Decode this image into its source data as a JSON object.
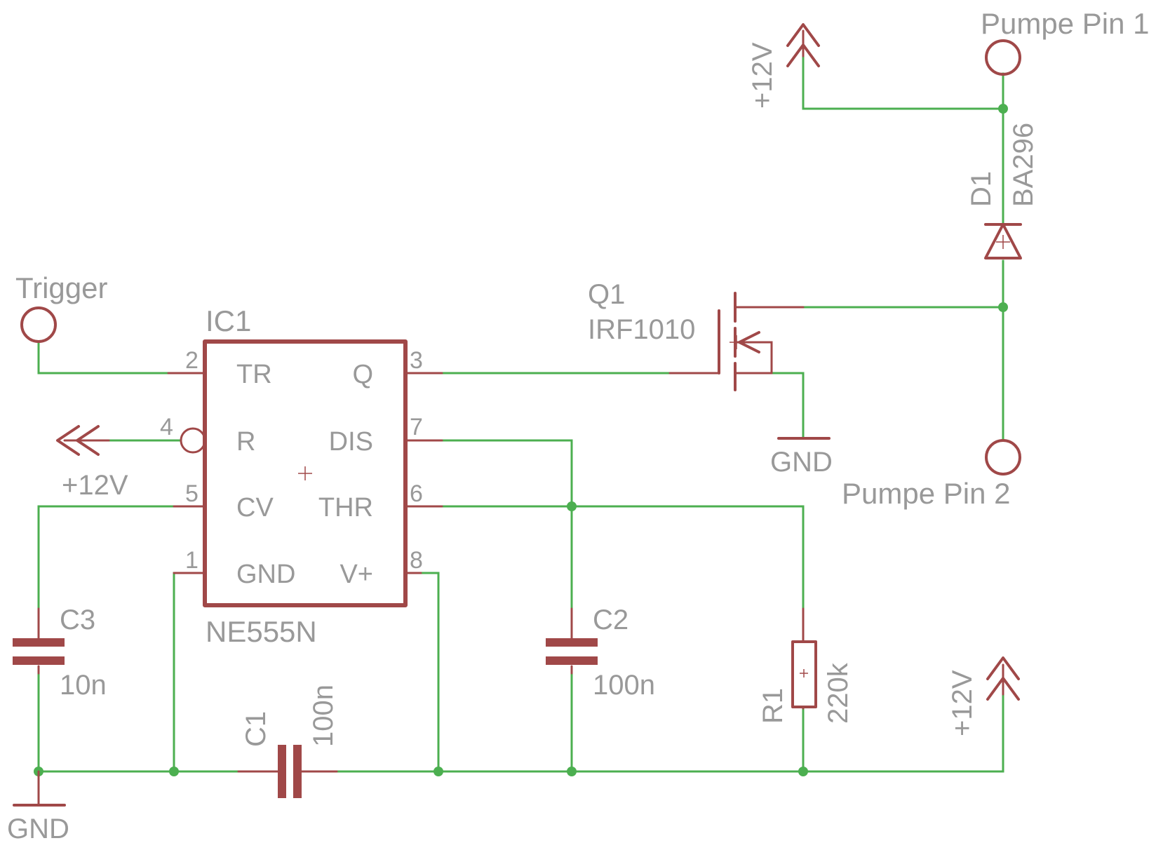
{
  "colors": {
    "wire": "#4caf50",
    "symbol": "#a04848",
    "text": "#999999",
    "background": "#ffffff"
  },
  "ic1": {
    "name": "IC1",
    "value": "NE555N",
    "pins": {
      "tr": {
        "num": "2",
        "label": "TR"
      },
      "r": {
        "num": "4",
        "label": "R"
      },
      "cv": {
        "num": "5",
        "label": "CV"
      },
      "gnd": {
        "num": "1",
        "label": "GND"
      },
      "q": {
        "num": "3",
        "label": "Q"
      },
      "dis": {
        "num": "7",
        "label": "DIS"
      },
      "thr": {
        "num": "6",
        "label": "THR"
      },
      "vp": {
        "num": "8",
        "label": "V+"
      }
    }
  },
  "q1": {
    "name": "Q1",
    "value": "IRF1010"
  },
  "d1": {
    "name": "D1",
    "value": "BA296"
  },
  "c1": {
    "name": "C1",
    "value": "100n"
  },
  "c2": {
    "name": "C2",
    "value": "100n"
  },
  "c3": {
    "name": "C3",
    "value": "10n"
  },
  "r1": {
    "name": "R1",
    "value": "220k"
  },
  "connectors": {
    "trigger": "Trigger",
    "pump1": "Pumpe Pin 1",
    "pump2": "Pumpe Pin 2"
  },
  "supplies": {
    "vcc_reset": "+12V",
    "vcc_top": "+12V",
    "vcc_bottom": "+12V",
    "gnd_mosfet": "GND",
    "gnd_main": "GND"
  }
}
